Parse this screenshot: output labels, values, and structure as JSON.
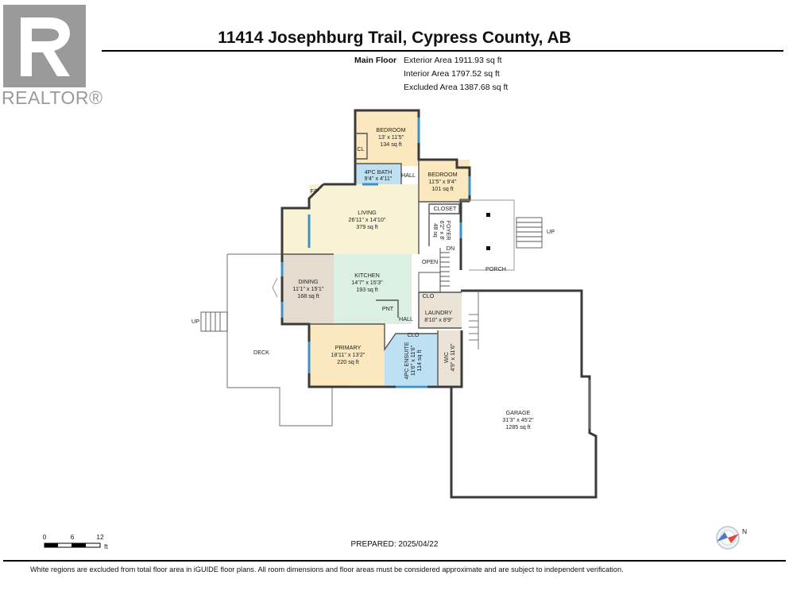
{
  "header": {
    "logo_text": "REALTOR®",
    "title": "11414 Josephburg Trail, Cypress County, AB"
  },
  "areas": {
    "floor_label": "Main Floor",
    "exterior": "Exterior Area 1911.93 sq ft",
    "interior": "Interior Area 1797.52 sq ft",
    "excluded": "Excluded Area 1387.68 sq ft"
  },
  "rooms": {
    "bedroom1": {
      "name": "BEDROOM",
      "dims": "13' x 11'5\"",
      "area": "134 sq ft"
    },
    "bedroom2": {
      "name": "BEDROOM",
      "dims": "11'5\" x 9'4\"",
      "area": "101 sq ft"
    },
    "bath": {
      "name": "4PC BATH",
      "dims": "9'4\" x 4'11\""
    },
    "cl": "CL",
    "hall_upper": "HALL",
    "fp": "F/P",
    "living": {
      "name": "LIVING",
      "dims": "26'11\" x 14'10\"",
      "area": "379 sq ft"
    },
    "closet": "CLOSET",
    "foyer": {
      "name": "FOYER",
      "dims": "6'2\" x 8'",
      "area": "48 sq"
    },
    "dn": "DN",
    "open": "OPEN",
    "porch": "PORCH",
    "up_right": "UP",
    "dining": {
      "name": "DINING",
      "dims": "11'1\" x 15'1\"",
      "area": "168 sq ft"
    },
    "kitchen": {
      "name": "KITCHEN",
      "dims": "14'7\" x 15'3\"",
      "area": "193 sq ft"
    },
    "pnt": "PNT",
    "clo_laundry": "CLO",
    "laundry": {
      "name": "LAUNDRY",
      "dims": "8'10\" x 8'9\""
    },
    "hall_lower": "HALL",
    "clo_ensuite": "CLO",
    "primary": {
      "name": "PRIMARY",
      "dims": "18'11\" x 13'2\"",
      "area": "220 sq ft"
    },
    "ensuite": {
      "name": "4PC ENSUITE",
      "dims": "11'6\" x 11'6\"",
      "area": "114 sq ft"
    },
    "wic": {
      "name": "WIC",
      "dims": "4'9\" x 11'6\""
    },
    "deck": "DECK",
    "up_left": "UP",
    "garage": {
      "name": "GARAGE",
      "dims": "31'3\" x 45'2\"",
      "area": "1285 sq ft"
    }
  },
  "scale": {
    "t0": "0",
    "t6": "6",
    "t12": "12",
    "unit": "ft"
  },
  "compass": {
    "label": "N"
  },
  "footer": {
    "prepared": "PREPARED: 2025/04/22",
    "disclaimer": "White regions are excluded from total floor area in iGUIDE floor plans. All room dimensions and floor areas must be considered approximate and are subject to independent verification."
  },
  "colors": {
    "bedroom": "#fbe8bf",
    "bath": "#bde1f3",
    "living": "#f8f3d4",
    "dining": "#e6dbcf",
    "kitchen": "#dcefe3",
    "laundry": "#ece3d7",
    "window": "#3d8fc7"
  }
}
